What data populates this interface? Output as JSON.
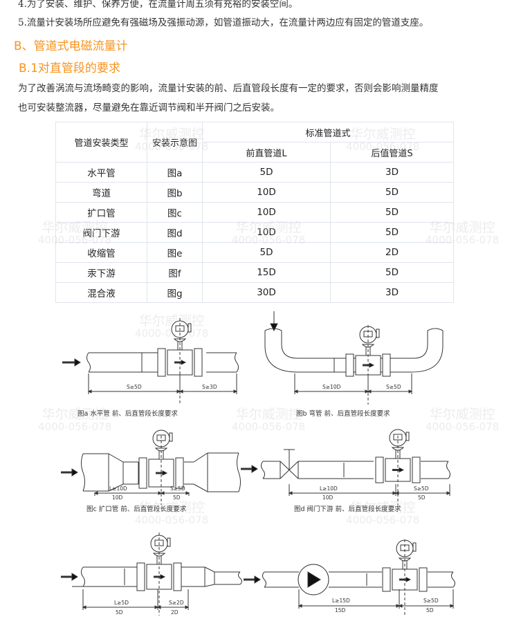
{
  "text": {
    "item4": "4.为了安装、维护、保养方便，在流量计周五须有充裕的安装空间。",
    "item5": "5.流量计安装场所应避免有强磁场及强振动源，如管道振动大，在流量计两边应有固定的管道支座。",
    "heading_b": "B、管道式电磁流量计",
    "heading_b1": "B.1对直管段的要求",
    "para1": "为了改善涡流与流场畸变的影响，流量计安装的前、后直管段长度有一定的要求，否则会影响测量精度",
    "para2": "也可安装整流器，尽量避免在靠近调节阀和半开阀门之后安装。"
  },
  "colors": {
    "heading": "#f7931e",
    "table_border": "#dfe4ee"
  },
  "table": {
    "headers": {
      "type": "管道安装类型",
      "diagram": "安装示意图",
      "standard": "标准管道式",
      "front": "前直管道L",
      "rear": "后值管道S"
    },
    "rows": [
      {
        "type": "水平管",
        "diagram": "图a",
        "front": "5D",
        "rear": "3D"
      },
      {
        "type": "弯道",
        "diagram": "图b",
        "front": "10D",
        "rear": "5D"
      },
      {
        "type": "扩口管",
        "diagram": "图c",
        "front": "10D",
        "rear": "5D"
      },
      {
        "type": "阀门下游",
        "diagram": "图d",
        "front": "10D",
        "rear": "5D"
      },
      {
        "type": "收缩管",
        "diagram": "图e",
        "front": "5D",
        "rear": "2D"
      },
      {
        "type": "汞下游",
        "diagram": "图f",
        "front": "15D",
        "rear": "5D"
      },
      {
        "type": "混合液",
        "diagram": "图g",
        "front": "30D",
        "rear": "3D"
      }
    ]
  },
  "figures": {
    "a": {
      "caption": "图a 水平管   前、后直管段长度要求",
      "front": "S≥5D",
      "rear": "S≥3D"
    },
    "b": {
      "caption": "图b 弯管   前、后直管段长度要求",
      "front": "S≥10D",
      "rear": "S≥5D"
    },
    "c": {
      "caption": "图c 扩口管   前、后直管段长度要求",
      "front": "L≥10D",
      "front2": "10D",
      "rear": "S≥5D",
      "rear2": "5D"
    },
    "d": {
      "caption": "图d 阀门下游   前、后直管段长度要求",
      "front": "L≥10D",
      "front2": "10D",
      "rear": "S≥5D",
      "rear2": "5D"
    },
    "e": {
      "front": "L≥5D",
      "front2": "5D",
      "rear": "S≥2D",
      "rear2": "2D"
    },
    "f": {
      "front": "L≥15D",
      "front2": "15D",
      "rear": "S≥5D",
      "rear2": "5D"
    }
  },
  "watermark": {
    "name": "华尔威测控",
    "phone": "4000-056-078"
  }
}
